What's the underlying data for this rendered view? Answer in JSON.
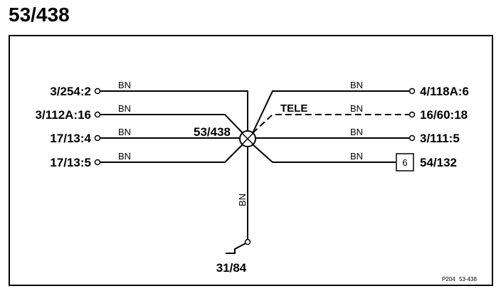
{
  "title": "53/438",
  "splice": {
    "label": "53/438"
  },
  "wire_color_code": "BN",
  "left_connectors": [
    {
      "label": "3/254:2",
      "wire": "BN"
    },
    {
      "label": "3/112A:16",
      "wire": "BN"
    },
    {
      "label": "17/13:4",
      "wire": "BN"
    },
    {
      "label": "17/13:5",
      "wire": "BN"
    }
  ],
  "right_connectors": [
    {
      "label": "4/118A:6",
      "wire": "BN"
    },
    {
      "label": "16/60:18",
      "wire": "BN",
      "option": "TELE"
    },
    {
      "label": "3/111:5",
      "wire": "BN"
    },
    {
      "label": "54/132",
      "wire": "BN",
      "box_number": "6"
    }
  ],
  "ground": {
    "label": "31/84",
    "wire": "BN"
  },
  "footer": {
    "left": "P204",
    "right": "53-438"
  }
}
